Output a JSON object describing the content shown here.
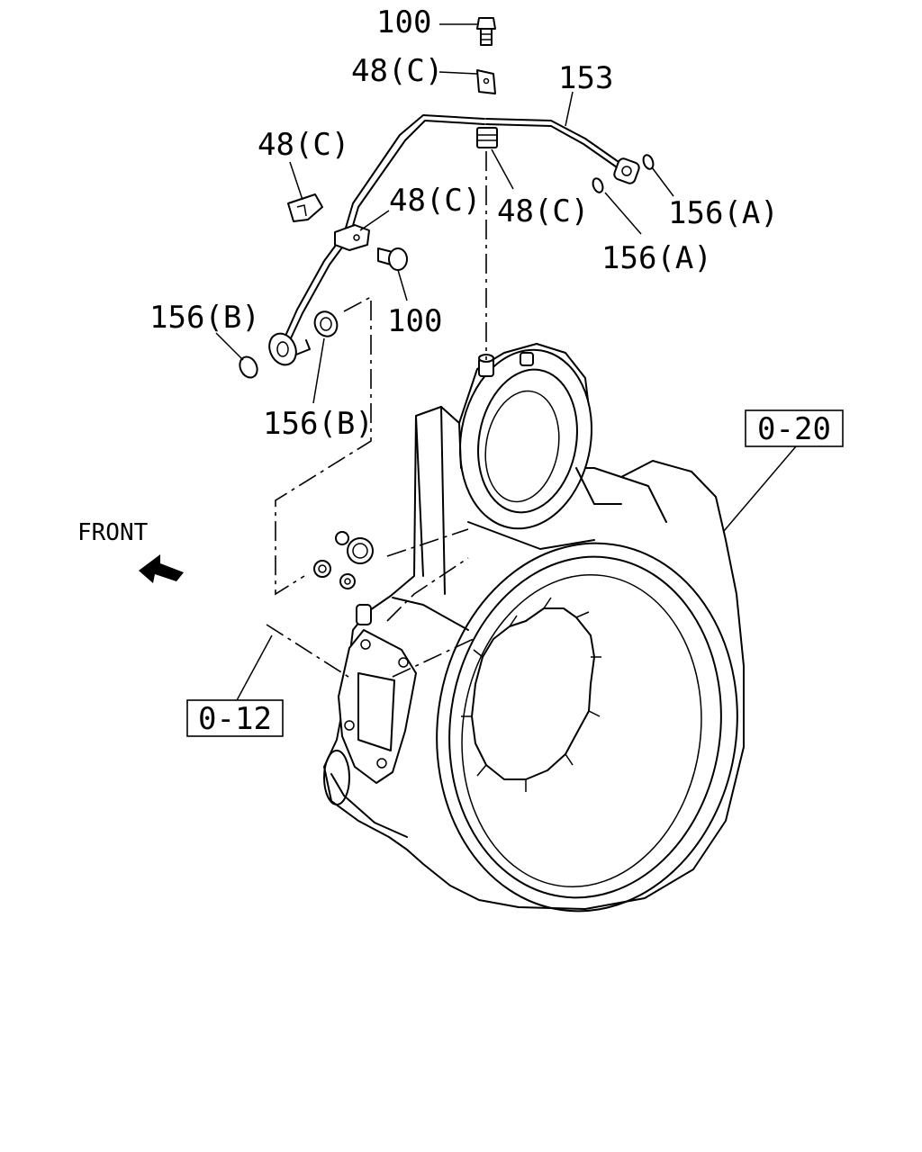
{
  "labels": {
    "bolt_top": "100",
    "clip_top": "48(C)",
    "pipe": "153",
    "clip_left": "48(C)",
    "clip_mid": "48(C)",
    "clip_right": "48(C)",
    "gasket_a_right": "156(A)",
    "gasket_a_left": "156(A)",
    "bolt_mid": "100",
    "gasket_b_left": "156(B)",
    "gasket_b_lower": "156(B)",
    "front": "FRONT",
    "ref_housing": "0-20",
    "ref_block": "0-12"
  }
}
